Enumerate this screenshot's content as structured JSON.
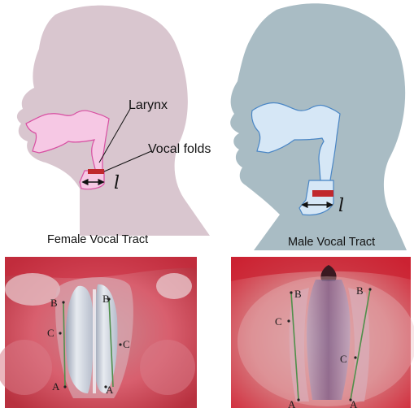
{
  "colors": {
    "female_head": "#d9c6cf",
    "male_head": "#a9bcc4",
    "female_tract": "#f6c8e4",
    "female_tract_stroke": "#d84fa2",
    "male_tract": "#d6e7f6",
    "male_tract_stroke": "#4a86c5",
    "vocal_fold_band": "#c0282d",
    "fold_line": "#4f8f4a"
  },
  "female": {
    "caption": "Female Vocal Tract",
    "larynx_label": "Larynx",
    "vocal_folds_label": "Vocal folds",
    "length_symbol": "l"
  },
  "male": {
    "caption": "Male Vocal Tract",
    "length_symbol": "l"
  },
  "female_photo": {
    "points": {
      "left_B": "B",
      "left_C": "C",
      "left_A": "A",
      "right_B": "B",
      "right_C": "C",
      "right_A": "A"
    }
  },
  "male_photo": {
    "points": {
      "left_B": "B",
      "left_C": "C",
      "left_A": "A",
      "right_B": "B",
      "right_C": "C",
      "right_A": "A"
    }
  }
}
